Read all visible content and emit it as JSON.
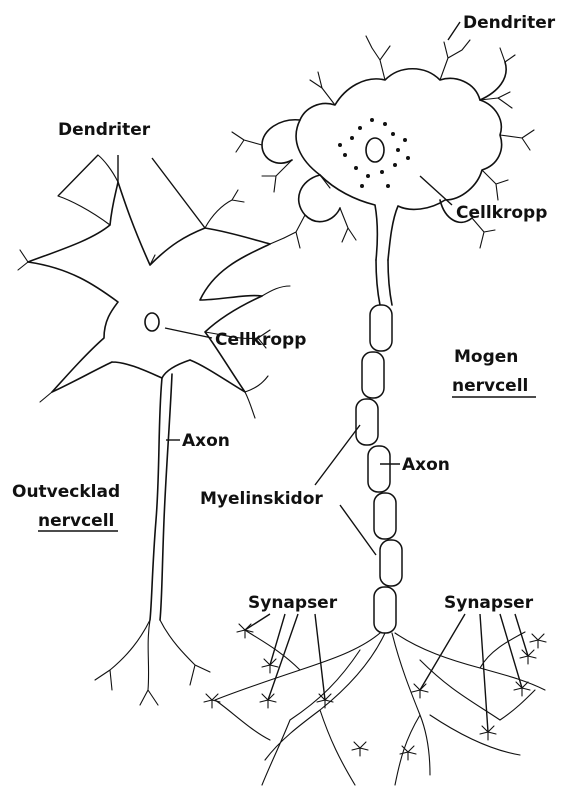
{
  "labels": {
    "dendriter_right": "Dendriter",
    "dendriter_left": "Dendriter",
    "cellkropp_right": "Cellkropp",
    "cellkropp_left": "Cellkropp",
    "mogen_line1": "Mogen",
    "mogen_line2": "nervcell",
    "axon_left": "Axon",
    "axon_right": "Axon",
    "outvecklad_line1": "Outvecklad",
    "outvecklad_line2": "nervcell",
    "myelinskidor": "Myelinskidor",
    "synapser_left": "Synapser",
    "synapser_right": "Synapser"
  },
  "colors": {
    "ink": "#111111",
    "background": "#ffffff"
  }
}
